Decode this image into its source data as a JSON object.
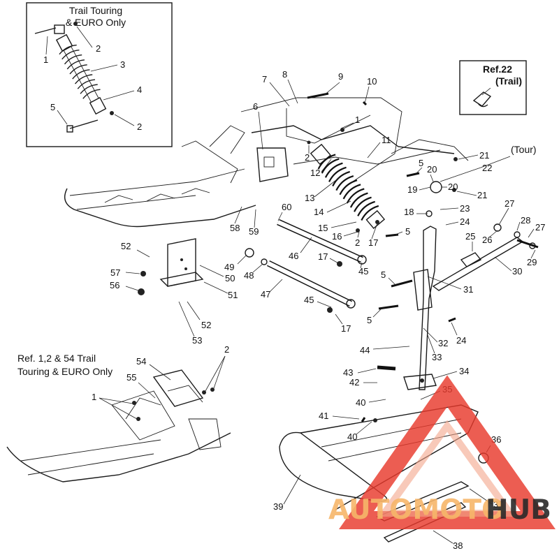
{
  "inset_notes": {
    "trail_touring": [
      "Trail Touring",
      "& EURO Only"
    ],
    "ref_22_box": [
      "Ref.22",
      "(Trail)"
    ],
    "tour_tag": "(Tour)",
    "ref_lower": [
      "Ref. 1,2 & 54 Trail",
      "Touring & EURO Only"
    ]
  },
  "callouts": [
    {
      "id": "c1a",
      "n": "1"
    },
    {
      "id": "c2a",
      "n": "2"
    },
    {
      "id": "c3a",
      "n": "3"
    },
    {
      "id": "c4a",
      "n": "4"
    },
    {
      "id": "c5a",
      "n": "5"
    },
    {
      "id": "c2b",
      "n": "2"
    },
    {
      "id": "c6",
      "n": "6"
    },
    {
      "id": "c7",
      "n": "7"
    },
    {
      "id": "c8",
      "n": "8"
    },
    {
      "id": "c9",
      "n": "9"
    },
    {
      "id": "c10",
      "n": "10"
    },
    {
      "id": "c1b",
      "n": "1"
    },
    {
      "id": "c11",
      "n": "11"
    },
    {
      "id": "c2c",
      "n": "2"
    },
    {
      "id": "c12",
      "n": "12"
    },
    {
      "id": "c13",
      "n": "13"
    },
    {
      "id": "c14",
      "n": "14"
    },
    {
      "id": "c15",
      "n": "15"
    },
    {
      "id": "c16",
      "n": "16"
    },
    {
      "id": "c2d",
      "n": "2"
    },
    {
      "id": "c17a",
      "n": "17"
    },
    {
      "id": "c5b",
      "n": "5"
    },
    {
      "id": "c21a",
      "n": "21"
    },
    {
      "id": "c22",
      "n": "22"
    },
    {
      "id": "c5c",
      "n": "5"
    },
    {
      "id": "c20a",
      "n": "20"
    },
    {
      "id": "c20b",
      "n": "20"
    },
    {
      "id": "c19",
      "n": "19"
    },
    {
      "id": "c21b",
      "n": "21"
    },
    {
      "id": "c23",
      "n": "23"
    },
    {
      "id": "c18",
      "n": "18"
    },
    {
      "id": "c24a",
      "n": "24"
    },
    {
      "id": "c27a",
      "n": "27"
    },
    {
      "id": "c28",
      "n": "28"
    },
    {
      "id": "c27b",
      "n": "27"
    },
    {
      "id": "c26",
      "n": "26"
    },
    {
      "id": "c25",
      "n": "25"
    },
    {
      "id": "c29",
      "n": "29"
    },
    {
      "id": "c30",
      "n": "30"
    },
    {
      "id": "c31",
      "n": "31"
    },
    {
      "id": "c5d",
      "n": "5"
    },
    {
      "id": "c5e",
      "n": "5"
    },
    {
      "id": "c32",
      "n": "32"
    },
    {
      "id": "c24b",
      "n": "24"
    },
    {
      "id": "c33",
      "n": "33"
    },
    {
      "id": "c44",
      "n": "44"
    },
    {
      "id": "c34",
      "n": "34"
    },
    {
      "id": "c43",
      "n": "43"
    },
    {
      "id": "c42",
      "n": "42"
    },
    {
      "id": "c35",
      "n": "35"
    },
    {
      "id": "c40a",
      "n": "40"
    },
    {
      "id": "c41",
      "n": "41"
    },
    {
      "id": "c40b",
      "n": "40"
    },
    {
      "id": "c36",
      "n": "36"
    },
    {
      "id": "c39",
      "n": "39"
    },
    {
      "id": "c37",
      "n": "37"
    },
    {
      "id": "c38",
      "n": "38"
    },
    {
      "id": "c58",
      "n": "58"
    },
    {
      "id": "c60",
      "n": "60"
    },
    {
      "id": "c59",
      "n": "59"
    },
    {
      "id": "c46",
      "n": "46"
    },
    {
      "id": "c52a",
      "n": "52"
    },
    {
      "id": "c57",
      "n": "57"
    },
    {
      "id": "c56",
      "n": "56"
    },
    {
      "id": "c49",
      "n": "49"
    },
    {
      "id": "c50",
      "n": "50"
    },
    {
      "id": "c48",
      "n": "48"
    },
    {
      "id": "c51",
      "n": "51"
    },
    {
      "id": "c47",
      "n": "47"
    },
    {
      "id": "c17b",
      "n": "17"
    },
    {
      "id": "c45a",
      "n": "45"
    },
    {
      "id": "c45b",
      "n": "45"
    },
    {
      "id": "c17c",
      "n": "17"
    },
    {
      "id": "c52b",
      "n": "52"
    },
    {
      "id": "c53",
      "n": "53"
    },
    {
      "id": "c2e",
      "n": "2"
    },
    {
      "id": "c54",
      "n": "54"
    },
    {
      "id": "c55",
      "n": "55"
    },
    {
      "id": "c1c",
      "n": "1"
    }
  ],
  "watermark": {
    "text_colored": "AUTOMOTO",
    "text_dark": "HUB",
    "color_main": "#e8392c",
    "color_light": "#f4a58a",
    "color_orange": "#f7b66a",
    "color_dark": "#2a2a2a"
  }
}
